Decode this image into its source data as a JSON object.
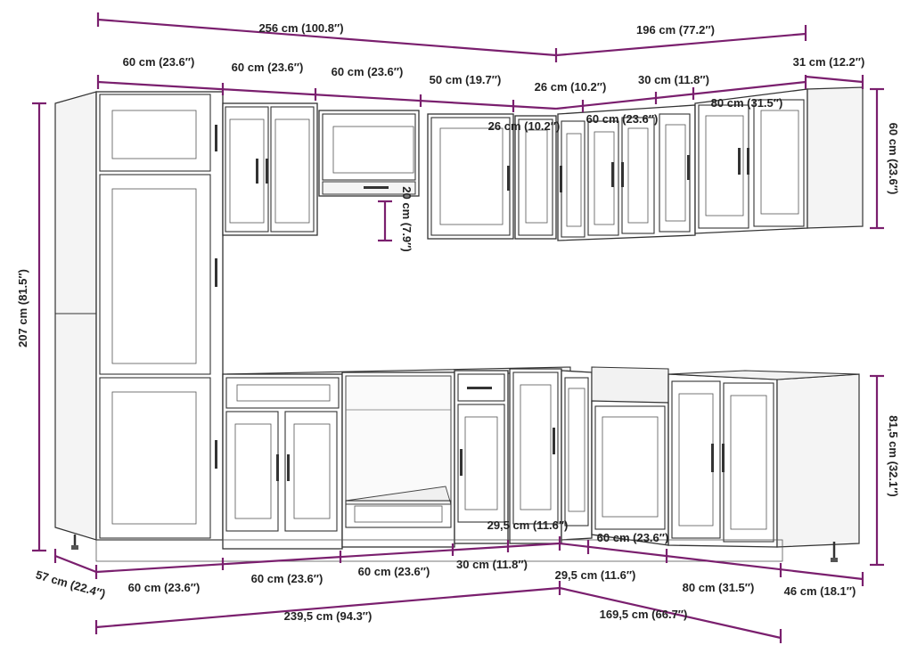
{
  "colors": {
    "dimension_line": "#7a1f6e",
    "cabinet_outline": "#333333",
    "text": "#222222"
  },
  "dimensions": {
    "top_left_total": "256 cm (100.8″)",
    "top_right_total": "196 cm (77.2″)",
    "wall_w1": "60 cm (23.6″)",
    "wall_w2": "60 cm (23.6″)",
    "wall_w3": "60 cm (23.6″)",
    "wall_w4": "50 cm (19.7″)",
    "wall_corner_outer": "26 cm (10.2″)",
    "wall_corner_inner": "26 cm (10.2″)",
    "wall_r30": "30 cm (11.8″)",
    "wall_r60": "60 cm (23.6″)",
    "wall_r80": "80 cm (31.5″)",
    "wall_depth": "31 cm (12.2″)",
    "wall_height": "60 cm (23.6″)",
    "hood_gap": "20 cm (7.9″)",
    "total_height": "207 cm (81.5″)",
    "base_height": "81,5 cm (32.1″)",
    "base_depth_left": "57 cm (22.4″)",
    "base_w1": "60 cm (23.6″)",
    "base_w2": "60 cm (23.6″)",
    "base_w3": "60 cm (23.6″)",
    "base_w4": "30 cm (11.8″)",
    "base_corner_a": "29,5 cm (11.6″)",
    "base_corner_b": "29,5 cm (11.6″)",
    "base_r60": "60 cm (23.6″)",
    "base_r80": "80 cm (31.5″)",
    "base_depth_right": "46 cm (18.1″)",
    "bottom_left_total": "239,5 cm (94.3″)",
    "bottom_right_total": "169,5 cm (66.7″)"
  }
}
